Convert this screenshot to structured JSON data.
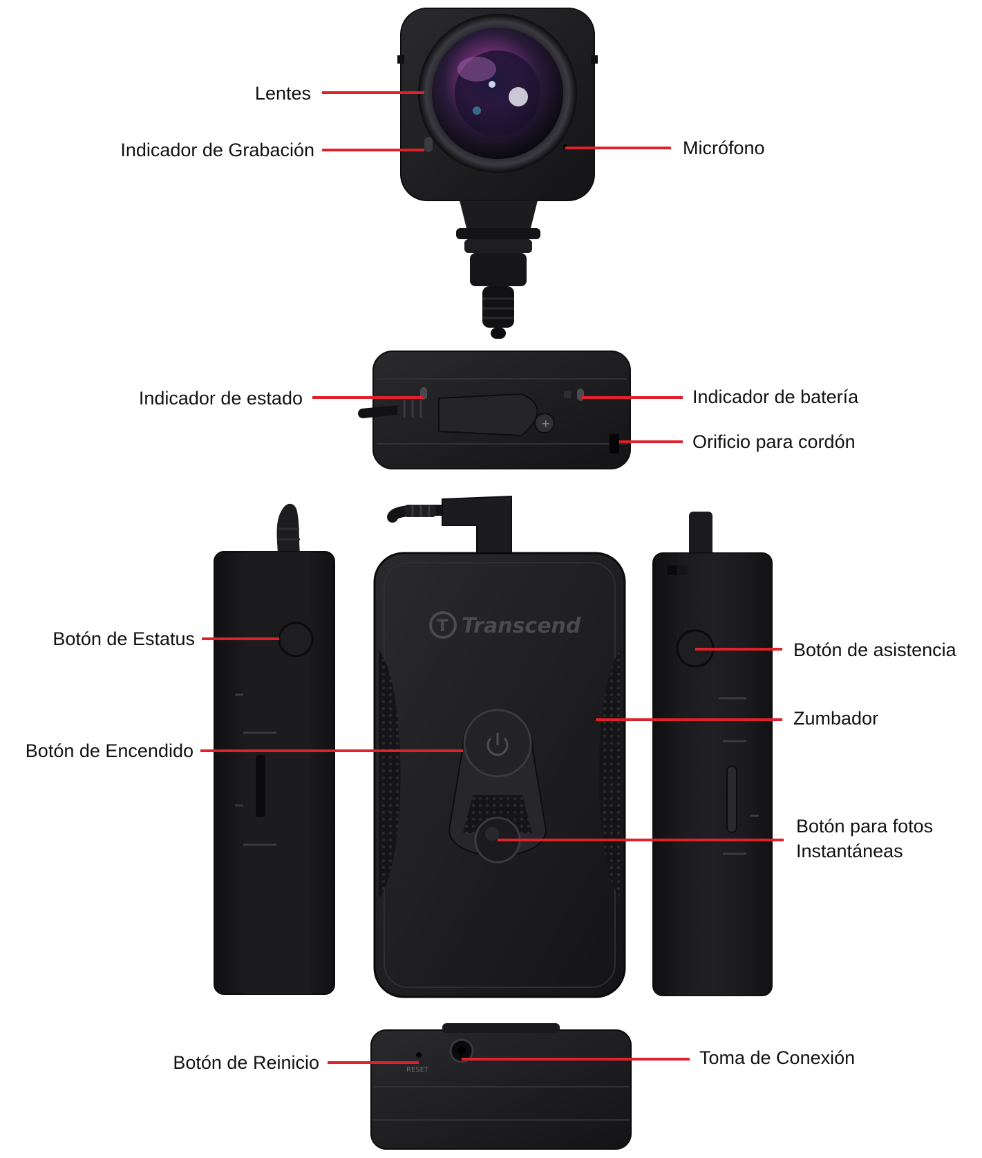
{
  "callouts": {
    "lentes": "Lentes",
    "indicador_grabacion": "Indicador de Grabación",
    "microfono": "Micrófono",
    "indicador_estado": "Indicador de estado",
    "indicador_bateria": "Indicador de batería",
    "orificio_cordon": "Orificio para cordón",
    "boton_estatus": "Botón de Estatus",
    "boton_asistencia": "Botón de asistencia",
    "zumbador": "Zumbador",
    "boton_encendido": "Botón de Encendido",
    "boton_fotos": "Botón para fotos\nInstantáneas",
    "boton_reinicio": "Botón de Reinicio",
    "toma_conexion": "Toma de Conexión"
  },
  "device": {
    "brand_logo": "Transcend",
    "reset_marking": "RESET"
  },
  "colors": {
    "leader_line": "#e0202a",
    "device_body": "#1b1b1d",
    "device_edge": "#2c2c2f",
    "label_text": "#111111"
  }
}
